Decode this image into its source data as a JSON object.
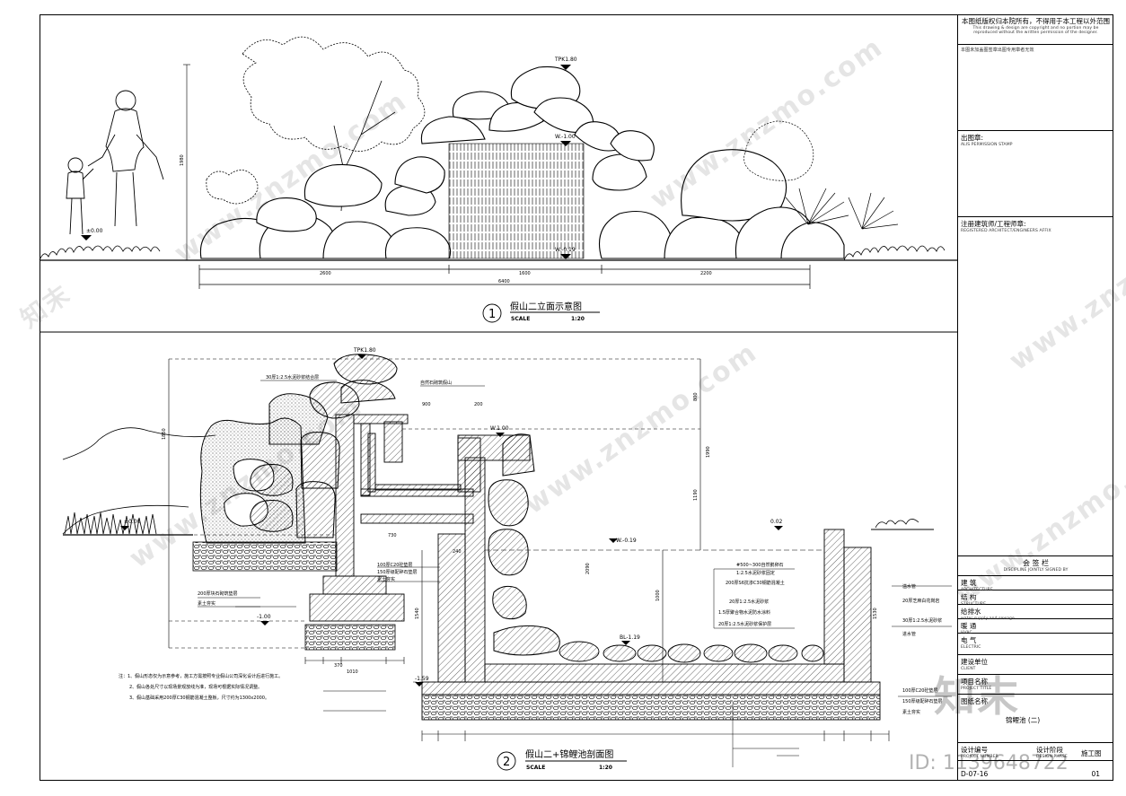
{
  "elevation": {
    "title": "假山二立面示意图",
    "number": "1",
    "scale_label": "SCALE",
    "scale": "1:20",
    "marks": {
      "tpk": "TPK1.80",
      "wl_top": "W.-1.00",
      "wl_bottom": "W.-0.19",
      "ground": "±0.00",
      "height": "1980"
    },
    "dims": {
      "d1": "2600",
      "d2": "1600",
      "d3": "2200",
      "total": "6400"
    }
  },
  "section": {
    "title": "假山二+锦鲤池剖面图",
    "number": "2",
    "scale_label": "SCALE",
    "scale": "1:20",
    "marks": {
      "tpk": "TPK1.80",
      "wl": "W.1.00",
      "wl2": "W.-0.19",
      "ground": "±0.00",
      "m100": "-1.00",
      "m159": "-1.59",
      "bl": "BL-1.19",
      "p002": "0.02"
    },
    "dims": {
      "v800": "800",
      "v1990": "1990",
      "v1190": "1190",
      "v1850": "1850",
      "v1000": "1000",
      "v2090": "2090",
      "v1540": "1540",
      "v1530": "1530",
      "h900": "900",
      "h200": "200",
      "h730": "730",
      "h240": "240",
      "h1010": "1010",
      "h370": "370"
    },
    "annotations": [
      "30厚1:2.5水泥砂浆结合层",
      "自然石砌筑假山",
      "200厚块石砌筑垫层",
      "素土夯实",
      "100厚C20砼垫层",
      "150厚级配碎石垫层",
      "素土夯实",
      "#500~300自然鹅卵石",
      "1:2.5水泥砂浆固定",
      "200厚S6抗渗C30钢筋混凝土",
      "20厚1:2.5水泥砂浆",
      "1.5厚聚合物水泥防水涂料",
      "20厚1:2.5水泥砂浆保护层",
      "100厚C20砼垫层",
      "150厚级配碎石垫层",
      "素土夯实",
      "20厚芝麻白花岗岩",
      "30厚1:2.5水泥砂浆",
      "溢水管",
      "进水管"
    ],
    "notes": [
      "注：1、假山形态仅为示意参考，施工方需按照专业假山公司深化设计后进行施工。",
      "2、假山各处尺寸以现场景观放线为准，现场可根据实际情况调整。",
      "3、假山基础采用200厚C30钢筋混凝土整板，尺寸约为1300x2000。"
    ]
  },
  "title_block": {
    "copyright_cn": "本图纸版权归本院所有，不得用于本工程以外范围",
    "copyright_en": "This drawing & design are copyright and no portion may be reproduced without the written permission of the designer.",
    "stamp_note": "本图未加盖图签章出图专用章者无效",
    "stamp_cn": "出图章:",
    "stamp_en": "ALIS PERMISSION STAMP",
    "arch_cn": "注册建筑师/工程师章:",
    "arch_en": "REGISTERED ARCHITECT/ENGINEERS AFFIX",
    "sign_cn": "会 签 栏",
    "sign_en": "DISCIPLINE JOINTLY SIGNED BY",
    "disciplines": [
      {
        "cn": "建  筑",
        "en": "ARCHITECTURE"
      },
      {
        "cn": "结  构",
        "en": "STRUCTURE"
      },
      {
        "cn": "给排水",
        "en": "water supply and sewage"
      },
      {
        "cn": "暖  通",
        "en": "HVAC"
      },
      {
        "cn": "电  气",
        "en": "ELECTRIC"
      }
    ],
    "client_cn": "建设单位",
    "client_en": "CLIENT",
    "project_cn": "项目名称",
    "project_en": "PROJECT TITLE",
    "drawing_cn": "图纸名称",
    "drawing_val": "锦鲤池 (二)",
    "proj_no_cn": "设计编号",
    "proj_no_en": "PROJECT NUMBER",
    "phase_cn": "设计阶段",
    "phase_en": "DESIGN PHASE",
    "phase_val": "施工图",
    "drawing_no": "D-07-16",
    "sheet": "01"
  },
  "watermark": {
    "brand": "知末",
    "site": "www.znzmo.com",
    "id": "ID: 1139648722"
  }
}
